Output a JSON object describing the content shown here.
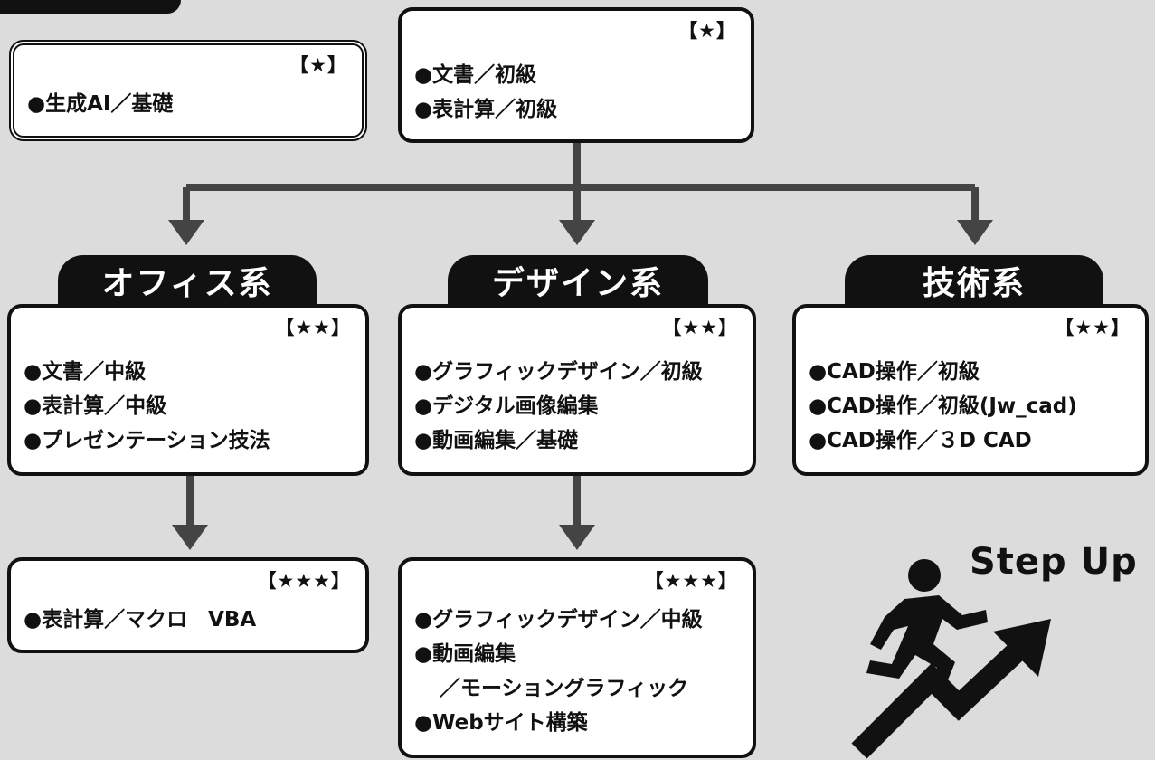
{
  "base_ai": {
    "level": "【★】",
    "items": [
      "●生成AI／基礎"
    ]
  },
  "base": {
    "level": "【★】",
    "items": [
      "●文書／初級",
      "●表計算／初級"
    ]
  },
  "office": {
    "title": "オフィス系",
    "level": "【★★】",
    "items": [
      "●文書／中級",
      "●表計算／中級",
      "●プレゼンテーション技法"
    ],
    "advanced": {
      "level": "【★★★】",
      "items": [
        "●表計算／マクロ　VBA"
      ]
    }
  },
  "design": {
    "title": "デザイン系",
    "level": "【★★】",
    "items": [
      "●グラフィックデザイン／初級",
      "●デジタル画像編集",
      "●動画編集／基礎"
    ],
    "advanced": {
      "level": "【★★★】",
      "items": [
        "●グラフィックデザイン／中級",
        "●動画編集",
        "／モーショングラフィック",
        "●Webサイト構築"
      ]
    }
  },
  "tech": {
    "title": "技術系",
    "level": "【★★】",
    "items": [
      "●CAD操作／初級",
      "●CAD操作／初級(Jw_cad)",
      "●CAD操作／３D CAD"
    ]
  },
  "step_up": {
    "label": "Step Up",
    "icon": "running-person-arrow-icon"
  },
  "colors": {
    "background": "#dcdcdc",
    "ink": "#111111",
    "box": "#ffffff"
  }
}
